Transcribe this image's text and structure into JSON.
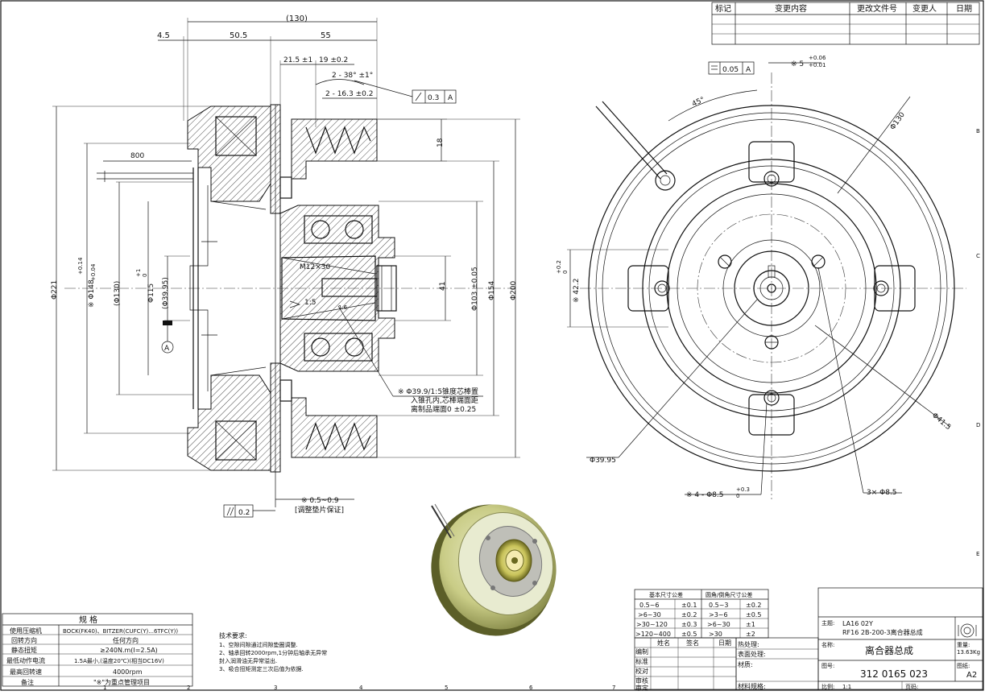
{
  "revision_table": {
    "headers": [
      "标记",
      "变更内容",
      "更改文件号",
      "变更人",
      "日期"
    ]
  },
  "section_view": {
    "dim_total": "(130)",
    "dim_4_5": "4.5",
    "dim_50_5": "50.5",
    "dim_55": "55",
    "dim_21_5": "21.5 ±1",
    "dim_19": "19 ±0.2",
    "dim_angle_38": "2 - 38° ±1°",
    "dim_16_3": "2 - 16.3 ±0.2",
    "runout_value": "0.3",
    "runout_datum": "A",
    "dim_18": "18",
    "dim_800": "800",
    "dim_m12": "M12×30",
    "dim_taper": "1:5",
    "dim_1_6": "1.6",
    "dim_41": "41",
    "dim_d103": "Φ103 ±0.05",
    "dim_d154": "Φ154",
    "dim_d200": "Φ200",
    "dim_d221": "Φ221",
    "dim_d148": "※ Φ148",
    "dim_d148_tol_up": "+0.14",
    "dim_d148_tol_lo": "+0.04",
    "dim_d130": "(Φ130)",
    "dim_d115": "Φ115",
    "dim_d115_tol_up": "+1",
    "dim_d115_tol_lo": "0",
    "dim_d39_95": "(Φ39.95)",
    "datum_a": "A",
    "note_taper_1": "※  Φ39.9/1:5锥度芯棒置",
    "note_taper_2": "入锥孔内,芯棒端面距",
    "note_taper_3": "离制品端面0 ±0.25",
    "dim_gap": "※  0.5~0.9",
    "dim_gap_note": "[调整垫片保证]",
    "parallel_value": "0.2"
  },
  "front_view": {
    "flatness_value": "0.05",
    "flatness_datum": "A",
    "dim_key": "※ 5",
    "dim_key_tol_up": "+0.06",
    "dim_key_tol_lo": "+0.01",
    "dim_angle_45": "45°",
    "dim_d130": "Φ130",
    "dim_42_2": "※ 42.2",
    "dim_42_2_tol_up": "+0.2",
    "dim_42_2_tol_lo": "0",
    "dim_d39_95": "Φ39.95",
    "dim_d41_5": "Φ41.5",
    "dim_4_d8_5": "※ 4 - Φ8.5",
    "dim_4_d8_5_tol_up": "+0.3",
    "dim_4_d8_5_tol_lo": "0",
    "dim_3_d8_5": "3× Φ8.5"
  },
  "spec_table": {
    "title": "规    格",
    "rows": [
      {
        "label": "使用压缩机",
        "value": "BOCK(FK40)、BITZER(CUFC(Y)...6TFC(Y))"
      },
      {
        "label": "回转方向",
        "value": "任何方向"
      },
      {
        "label": "静态扭矩",
        "value": "≥240N.m(I=2.5A)"
      },
      {
        "label": "最低动作电流",
        "value": "1.5A最小,(温度20℃)(相当DC16V)"
      },
      {
        "label": "最高回转速",
        "value": "4000rpm"
      },
      {
        "label": "备注",
        "value": "\"※\"为重点管理项目"
      }
    ]
  },
  "tech_notes": {
    "title": "技术要求:",
    "lines": [
      "1、空隙间隙通过间隙垫圈调整.",
      "2、轴承回转2000rpm,1分钟后轴承无异常",
      "   封入润滑油无异常溢出.",
      "3、吸合扭矩测定三次后值为依据."
    ]
  },
  "tolerance_table": {
    "left_title": "基本尺寸公差",
    "right_title": "圆角/倒角尺寸公差",
    "left_rows": [
      [
        "0.5~6",
        "±0.1"
      ],
      [
        ">6~30",
        "±0.2"
      ],
      [
        ">30~120",
        "±0.3"
      ],
      [
        ">120~400",
        "±0.5"
      ]
    ],
    "right_rows": [
      [
        "0.5~3",
        "±0.2"
      ],
      [
        ">3~6",
        "±0.5"
      ],
      [
        ">6~30",
        "±1"
      ],
      [
        ">30",
        "±2"
      ]
    ]
  },
  "sign_table": {
    "col_name": "姓名",
    "col_sign": "签名",
    "col_date": "日期",
    "rows": [
      "编制",
      "标准",
      "校对",
      "审核",
      "审定"
    ]
  },
  "process_block": {
    "heat": "热处理:",
    "surface": "表面处理:",
    "material": "材质:",
    "material_spec": "材料规格:"
  },
  "title_block": {
    "topic_label": "主题:",
    "topic_line1": "LA16 02Y",
    "topic_line2": "RF16 2B-200-3离合器总成",
    "name_label": "名称:",
    "name_value": "离合器总成",
    "drawing_no_label": "图号:",
    "drawing_no": "312 0165 023",
    "weight_label": "重量:",
    "weight_value": "13.63Kg",
    "size_label": "图纸:",
    "size_value": "A2",
    "scale_label": "比例:",
    "scale_value": "1:1",
    "page_label": "页码:"
  },
  "zone_marks": {
    "columns": [
      "1",
      "2",
      "3",
      "4",
      "5",
      "6",
      "7"
    ],
    "rows": [
      "B",
      "C",
      "D",
      "E"
    ]
  }
}
